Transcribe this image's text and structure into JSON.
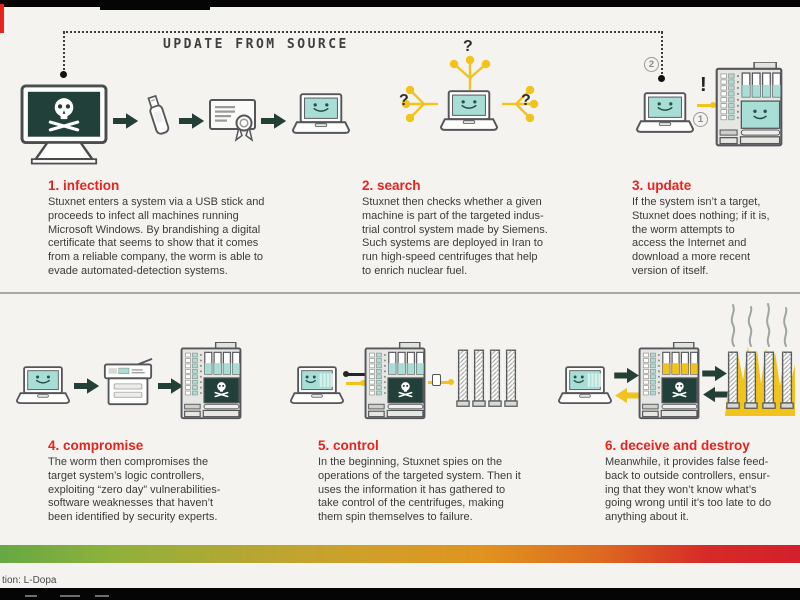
{
  "banner": {
    "update_label": "UPDATE FROM SOURCE"
  },
  "annotations": {
    "question_mark": "?",
    "exclamation": "!",
    "marker_1": "1",
    "marker_2": "2"
  },
  "steps": [
    {
      "heading": "1. infection",
      "body": "Stuxnet enters a system via a USB stick and\nproceeds to infect all machines running\nMicrosoft Windows. By brandishing a digital\ncertificate that seems to show that it comes\nfrom a reliable company, the worm is able to\nevade automated-detection systems."
    },
    {
      "heading": "2. search",
      "body": "Stuxnet then checks whether a given\nmachine is part of the targeted indus-\ntrial control system made by Siemens.\nSuch systems are deployed in Iran to\nrun high-speed centrifuges that help\nto enrich nuclear fuel."
    },
    {
      "heading": "3. update",
      "body": "If the system isn’t a target,\nStuxnet does nothing; if it is,\nthe worm attempts to\naccess the Internet and\ndownload a more recent\nversion of itself."
    },
    {
      "heading": "4. compromise",
      "body": "The worm then compromises the\ntarget system’s logic controllers,\nexploiting “zero day” vulnerabilities-\nsoftware weaknesses that haven’t\nbeen identified by security experts."
    },
    {
      "heading": "5. control",
      "body": "In the beginning, Stuxnet spies on the\noperations of the targeted system. Then it\nuses the information it has gathered to\ntake control of the centrifuges, making\nthem spin themselves to failure."
    },
    {
      "heading": "6. deceive and destroy",
      "body": "Meanwhile, it provides false feed-\nback to outside controllers, ensur-\ning that they won’t know what’s\ngoing wrong until it’s too late to do\nanything about it."
    }
  ],
  "credit": "tion: L-Dopa",
  "colors": {
    "heading_red": "#e8231d",
    "screen_teal": "#a9ded7",
    "screen_dark": "#21403a",
    "accent_yellow": "#f2c31c",
    "arrow_dark": "#233f36",
    "gradient_bar": [
      "#66a844",
      "#cfa02a",
      "#e0941f",
      "#d41f2c"
    ]
  },
  "icons": {
    "step1": [
      "infected-desktop-skull-icon",
      "arrow-right-icon",
      "usb-stick-icon",
      "digital-certificate-icon",
      "clean-laptop-icon"
    ],
    "step2": [
      "scanning-laptop-icon",
      "network-branch-icon",
      "question-marks"
    ],
    "step3": [
      "laptop-icon",
      "exclamation-alert",
      "industrial-controller-smiley-icon"
    ],
    "step4": [
      "laptop-icon",
      "printer-icon",
      "industrial-controller-skull-icon"
    ],
    "step5": [
      "monitoring-laptop-icon",
      "industrial-controller-skull-icon",
      "centrifuges-icon"
    ],
    "step6": [
      "monitoring-laptop-icon",
      "industrial-controller-skull-icon",
      "burning-centrifuges-icon"
    ]
  }
}
